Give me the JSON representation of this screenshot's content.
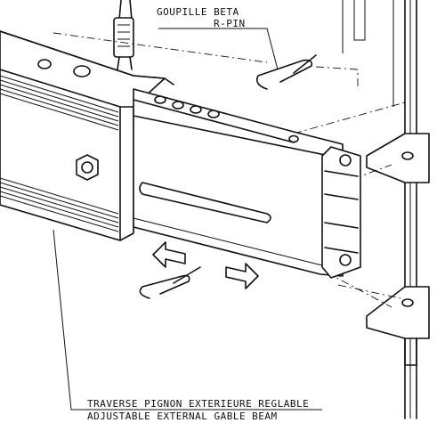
{
  "labels": {
    "rpin_fr": "GOUPILLE BETA",
    "rpin_en": "R-PIN",
    "beam_fr": "TRAVERSE PIGNON EXTERIEURE REGLABLE",
    "beam_en": "ADJUSTABLE EXTERNAL GABLE BEAM"
  }
}
